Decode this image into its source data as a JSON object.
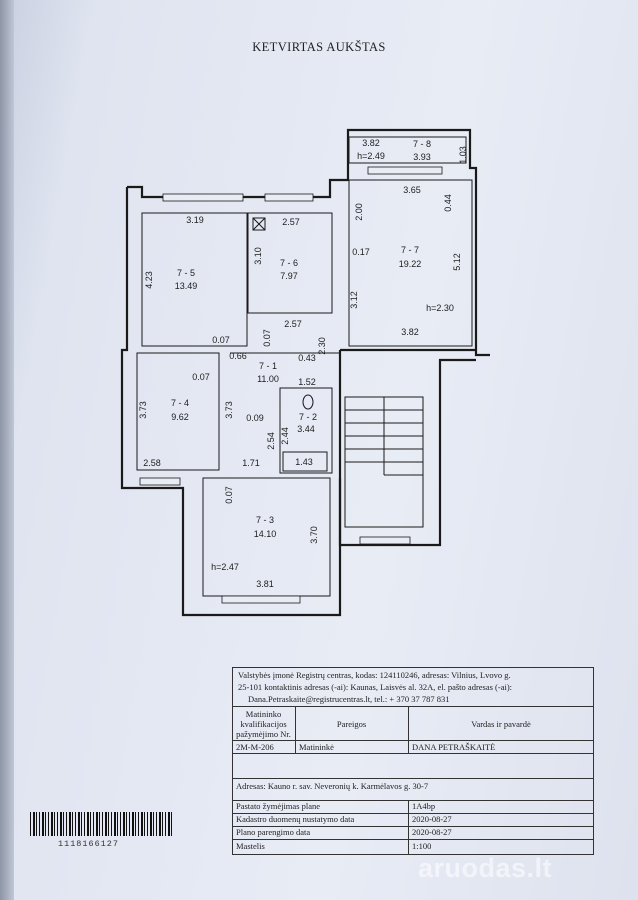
{
  "title": "KETVIRTAS AUKŠTAS",
  "rooms": [
    {
      "id": "7 - 5",
      "area": "13.49"
    },
    {
      "id": "7 - 6",
      "area": "7.97"
    },
    {
      "id": "7 - 7",
      "area": "19.22"
    },
    {
      "id": "7 - 8",
      "area": "3.93"
    },
    {
      "id": "7 - 1",
      "area": "11.00"
    },
    {
      "id": "7 - 4",
      "area": "9.62"
    },
    {
      "id": "7 - 2",
      "area": "3.44"
    },
    {
      "id": "7 - 3",
      "area": "14.10"
    }
  ],
  "dims": {
    "d_319": "3.19",
    "d_257a": "2.57",
    "d_423": "4.23",
    "d_310": "3.10",
    "d_007a": "0.07",
    "d_257b": "2.57",
    "d_007b": "0.07",
    "d_066": "0.66",
    "d_043": "0.43",
    "d_230a": "2.30",
    "d_312": "3.12",
    "d_017": "0.17",
    "d_200": "2.00",
    "d_365": "3.65",
    "d_044": "0.44",
    "d_512": "5.12",
    "h230": "h=2.30",
    "d_382a": "3.82",
    "d_382b": "3.82",
    "h249": "h=2.49",
    "d_103": "1.03",
    "d_152": "1.52",
    "d_007c": "0.07",
    "d_373a": "3.73",
    "d_373b": "3.73",
    "d_009": "0.09",
    "d_254": "2.54",
    "d_244": "2.44",
    "d_143": "1.43",
    "d_258": "2.58",
    "d_171": "1.71",
    "d_007d": "0.07",
    "d_370": "3.70",
    "h247": "h=2.47",
    "d_381": "3.81"
  },
  "title_block": {
    "org_text_1": "Valstybės įmonė Registrų centras, kodas: 124110246, adresas: Vilnius, Lvovo g.",
    "org_text_2": "25-101 kontaktinis adresas (-ai): Kaunas, Laisvės al. 32A, el. pašto adresas (-ai):",
    "org_text_3": "Dana.Petraskaite@registrucentras.lt, tel.: + 370 37 787 831",
    "col1_h1": "Matininko",
    "col1_h2": "kvalifikacijos",
    "col1_h3": "pažymėjimo Nr.",
    "col2_h": "Pareigos",
    "col3_h": "Vardas ir pavardė",
    "cert_no": "2M-M-206",
    "position": "Matininkė",
    "name": "DANA PETRAŠKAITĖ",
    "address": "Adresas: Kauno r. sav. Neveronių k. Karmėlavos g. 30-7",
    "row1_label": "Pastato žymėjimas plane",
    "row1_value": "1A4bp",
    "row2_label": "Kadastro duomenų nustatymo data",
    "row2_value": "2020-08-27",
    "row3_label": "Plano parengimo data",
    "row3_value": "2020-08-27",
    "row4_label": "Mastelis",
    "row4_value": "1:100"
  },
  "barcode_number": "1118166127",
  "watermark": "aruodas.lt"
}
